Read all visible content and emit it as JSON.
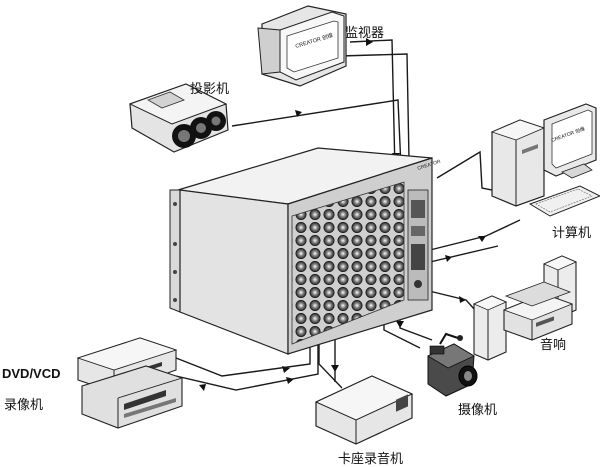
{
  "labels": {
    "monitor": "监视器",
    "projector": "投影机",
    "computer": "计算机",
    "audio": "音响",
    "dvd": "DVD/VCD",
    "vcr": "录像机",
    "camera": "摄像机",
    "cassette": "卡座录音机"
  },
  "brand": {
    "monitor_screen": "CREATOR 创维",
    "computer_screen": "CREATOR 创维",
    "matrix_badge": "CREATOR"
  }
}
